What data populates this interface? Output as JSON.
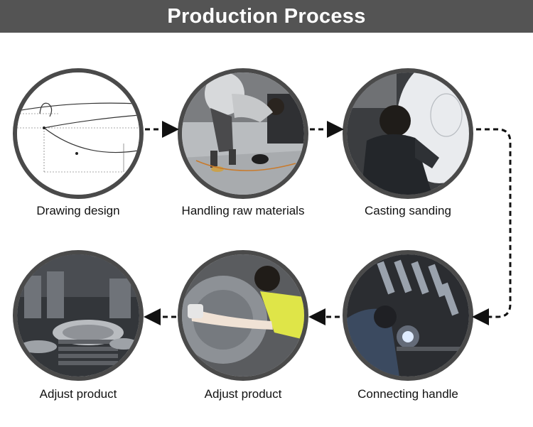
{
  "header": {
    "title": "Production Process"
  },
  "steps": [
    {
      "label": "Drawing design"
    },
    {
      "label": "Handling raw materials"
    },
    {
      "label": "Casting sanding"
    },
    {
      "label": "Connecting handle"
    },
    {
      "label": "Adjust product"
    },
    {
      "label": "Adjust product"
    }
  ],
  "colors": {
    "header_bg": "#545454",
    "ring": "#4a4a4a",
    "arrow": "#111111"
  }
}
